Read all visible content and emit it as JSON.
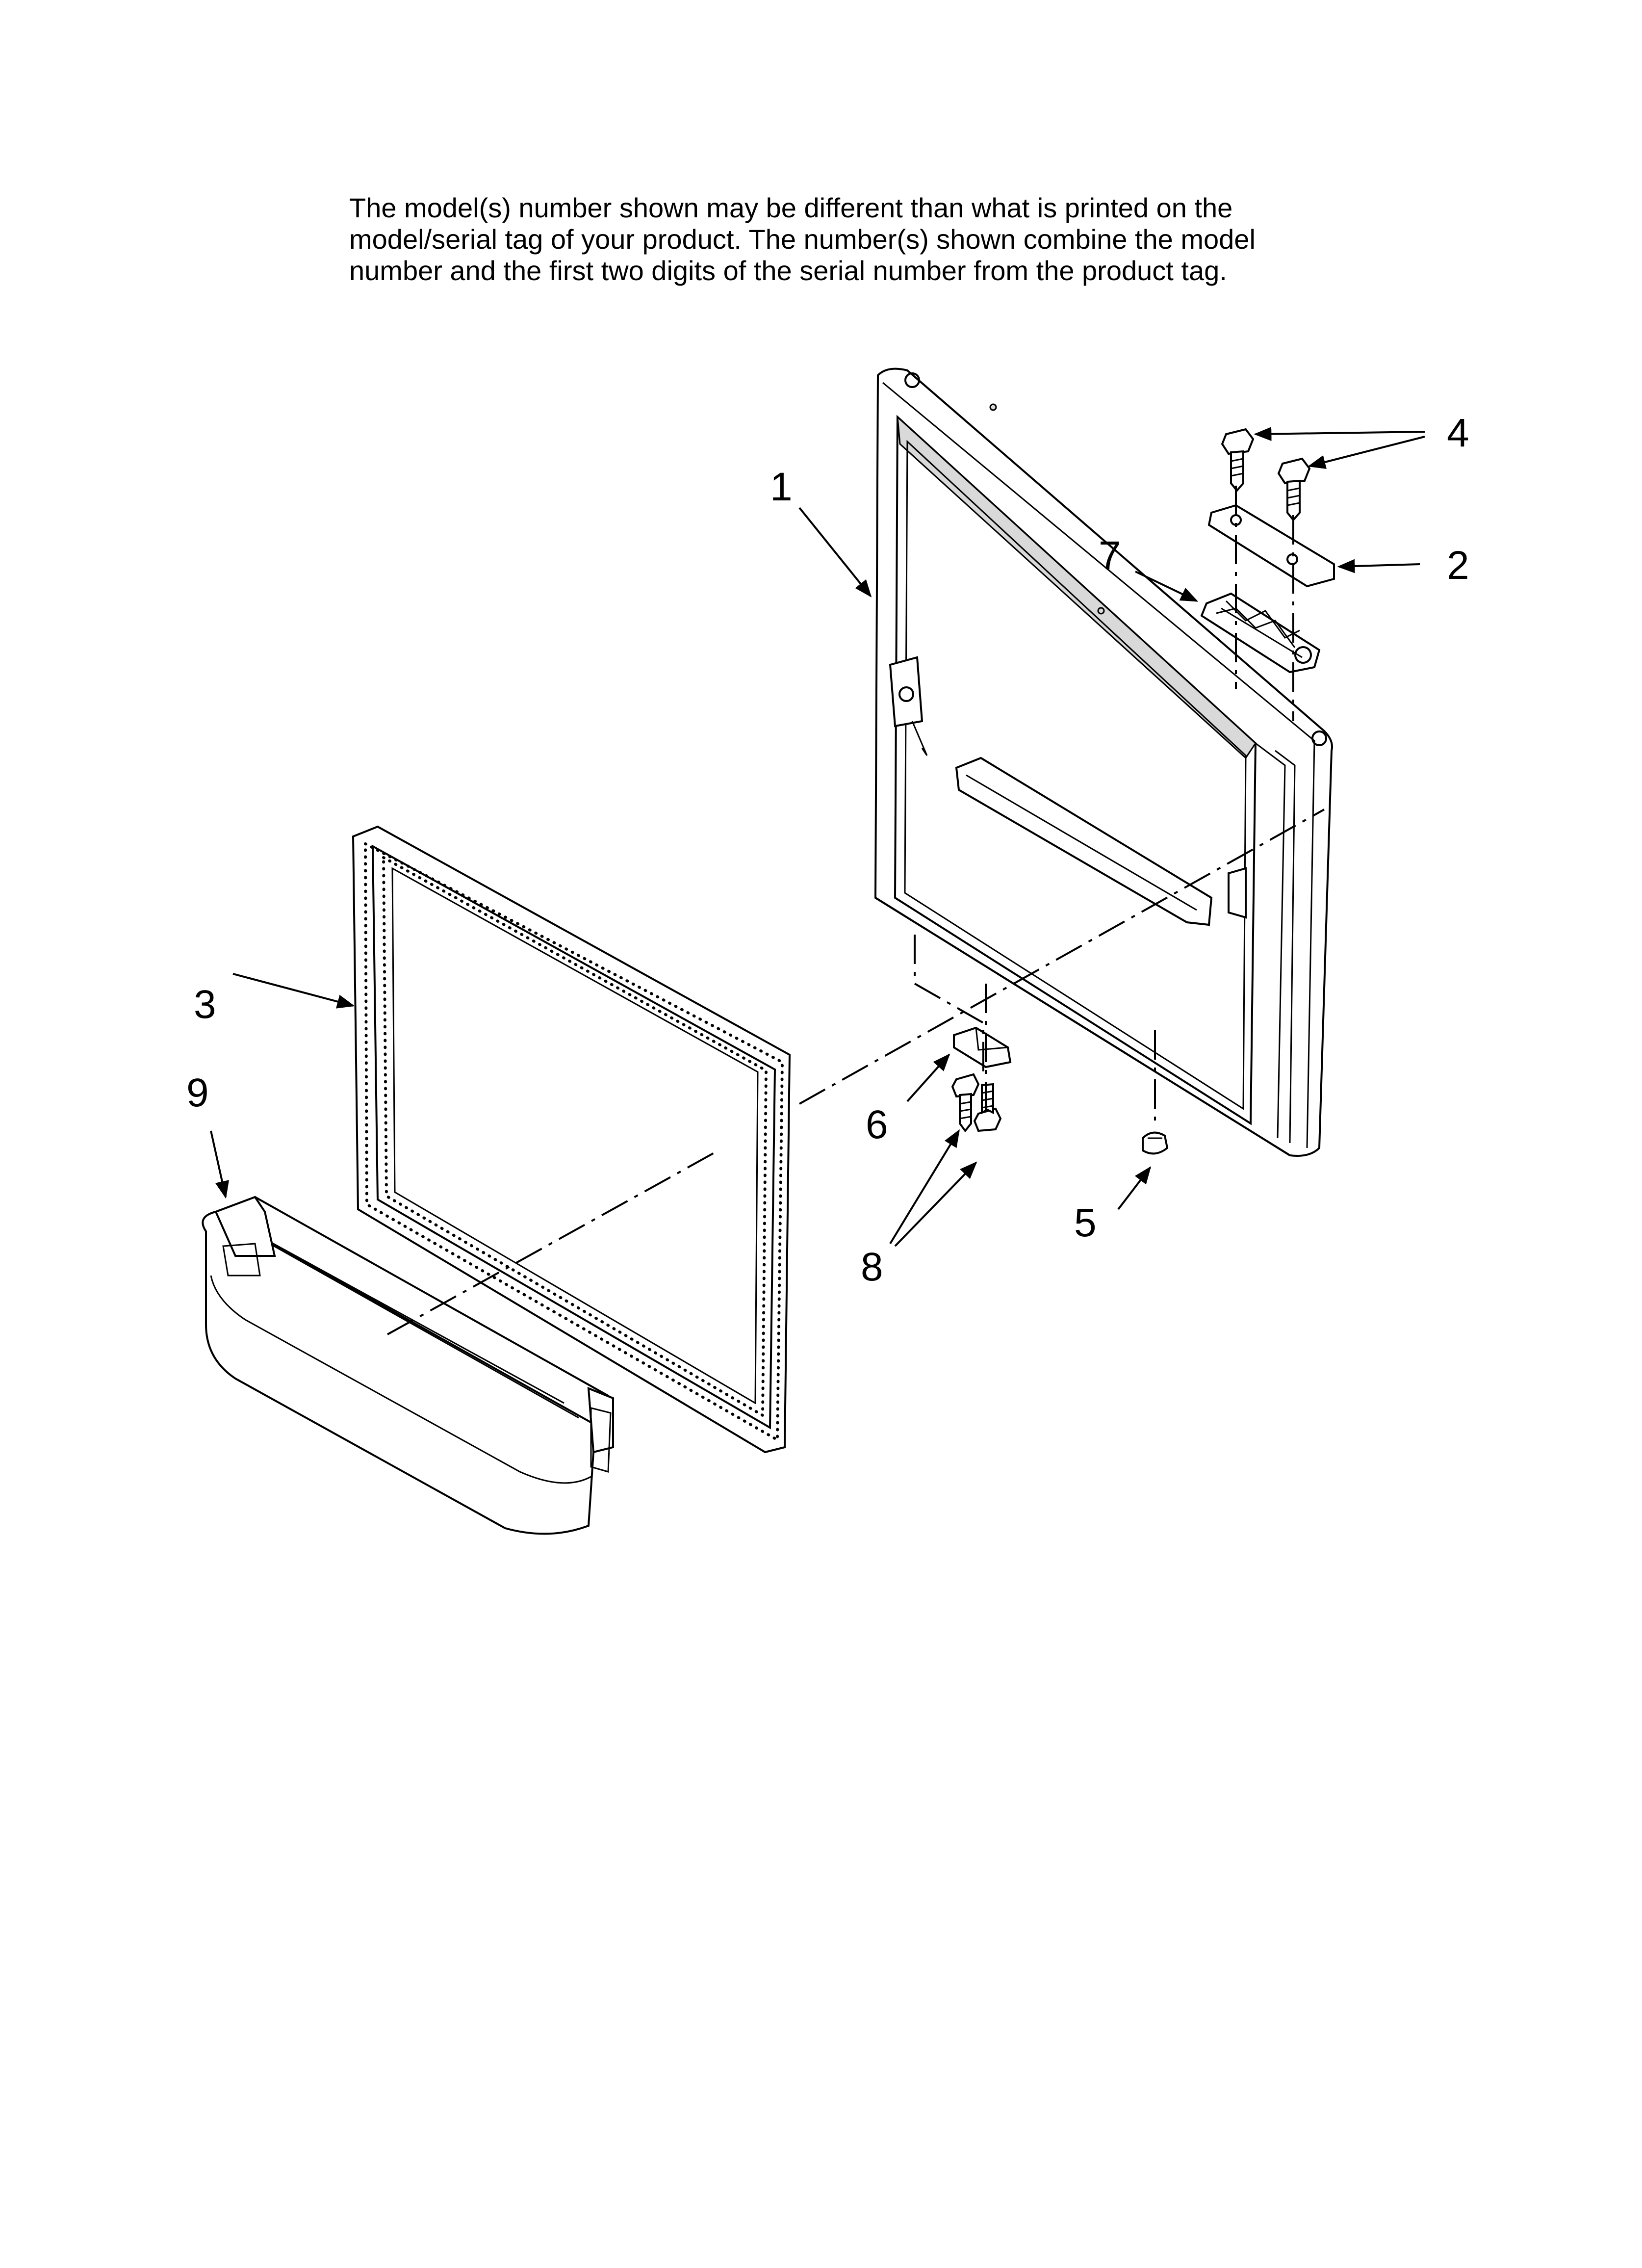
{
  "note": [
    "The model(s) number shown may be different than what is printed on the",
    "model/serial tag of your product. The number(s) shown combine the model",
    "number and the first two digits of the serial number from the product tag."
  ],
  "callouts": {
    "c1": "1",
    "c2": "2",
    "c3": "3",
    "c4": "4",
    "c5": "5",
    "c6": "6",
    "c7": "7",
    "c8": "8",
    "c9": "9"
  }
}
